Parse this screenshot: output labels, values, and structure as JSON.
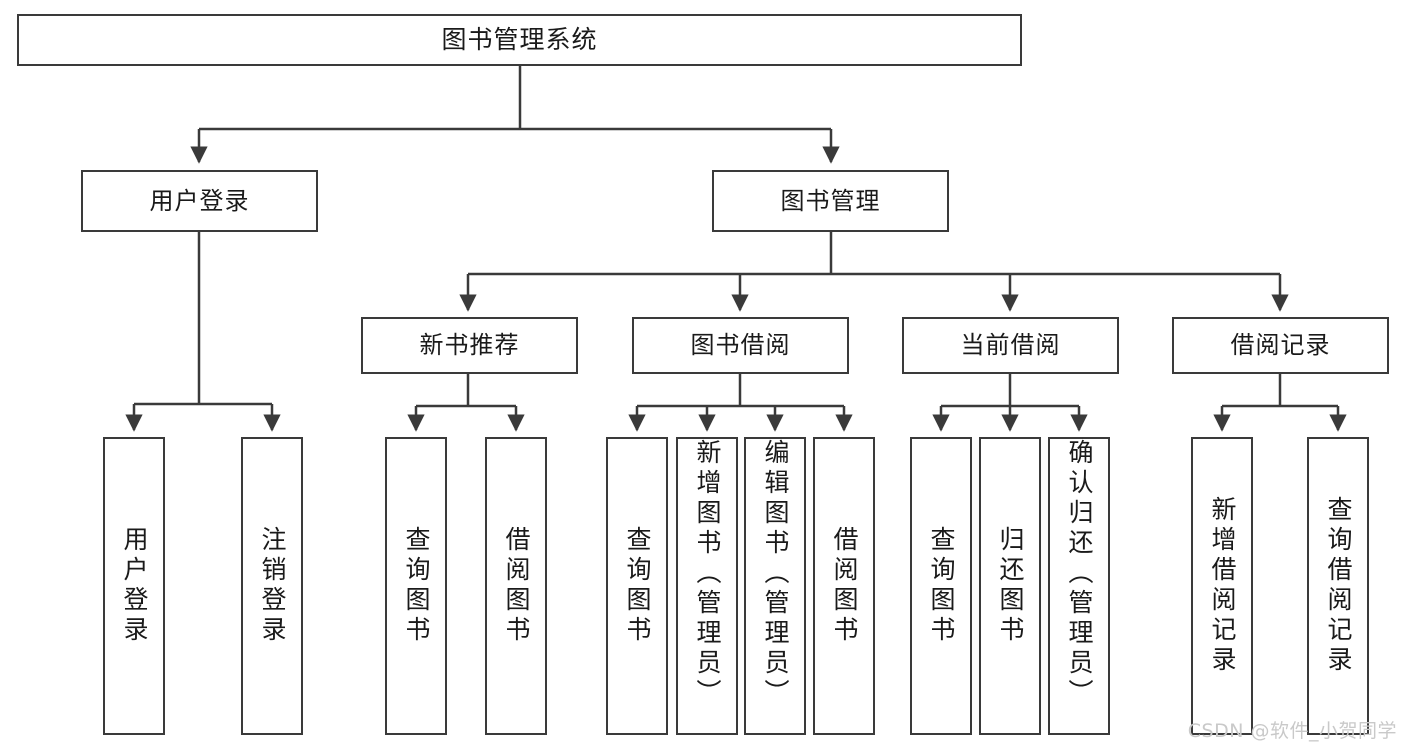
{
  "diagram": {
    "title": "图书管理系统",
    "type": "tree-hierarchy-diagram",
    "root": {
      "label": "图书管理系统"
    },
    "level2": [
      {
        "label": "用户登录"
      },
      {
        "label": "图书管理"
      }
    ],
    "level3": [
      {
        "label": "新书推荐"
      },
      {
        "label": "图书借阅"
      },
      {
        "label": "当前借阅"
      },
      {
        "label": "借阅记录"
      }
    ],
    "leaves": {
      "user_login": [
        {
          "label": "用户登录"
        },
        {
          "label": "注销登录"
        }
      ],
      "new_book_recommend": [
        {
          "label": "查询图书"
        },
        {
          "label": "借阅图书"
        }
      ],
      "book_borrow": [
        {
          "label": "查询图书"
        },
        {
          "label": "新增图书（管理员）"
        },
        {
          "label": "编辑图书（管理员）"
        },
        {
          "label": "借阅图书"
        }
      ],
      "current_borrow": [
        {
          "label": "查询图书"
        },
        {
          "label": "归还图书"
        },
        {
          "label": "确认归还（管理员）"
        }
      ],
      "borrow_record": [
        {
          "label": "新增借阅记录"
        },
        {
          "label": "查询借阅记录"
        }
      ]
    }
  },
  "watermark": {
    "text": "CSDN @软件_小贺同学"
  },
  "colors": {
    "border": "#3a3a3a",
    "background": "#ffffff",
    "text": "#1a1a1a",
    "watermark": "#c9c9c9"
  }
}
